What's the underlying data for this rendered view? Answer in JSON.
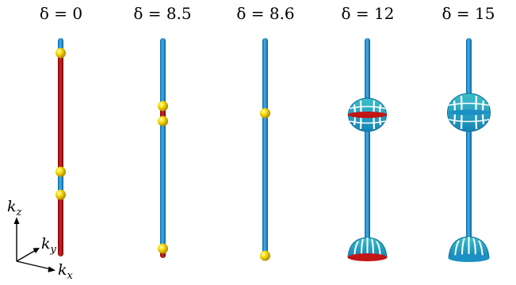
{
  "panels": [
    {
      "label": "δ = 0"
    },
    {
      "label": "δ = 8.5"
    },
    {
      "label": "δ = 8.6"
    },
    {
      "label": "δ = 12"
    },
    {
      "label": "δ = 15"
    }
  ],
  "axes": {
    "kz": {
      "main": "k",
      "sub": "z"
    },
    "ky": {
      "main": "k",
      "sub": "y"
    },
    "kx": {
      "main": "k",
      "sub": "x"
    }
  },
  "colors": {
    "blue": "#1a8fd1",
    "red": "#b01010",
    "yellow": "#f5d800",
    "teal": "#2a9bb8"
  }
}
